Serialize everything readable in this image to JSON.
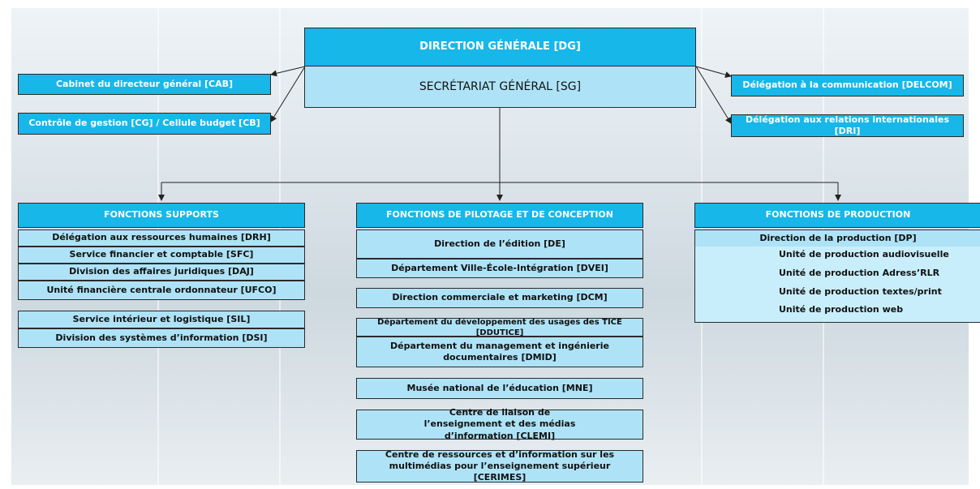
{
  "top": {
    "dg": "DIRECTION GÉNÉRALE [DG]",
    "sg": "SECRÉTARIAT GÉNÉRAL [SG]"
  },
  "left_units": [
    "Cabinet du directeur général [CAB]",
    "Contrôle de gestion [CG] / Cellule budget [CB]"
  ],
  "right_units": [
    "Délégation à la communication [DELCOM]",
    "Délégation aux relations internationales [DRI]"
  ],
  "supports": {
    "title": "FONCTIONS SUPPORTS",
    "group1": [
      "Délégation aux ressources humaines [DRH]",
      "Service financier et comptable [SFC]",
      "Division des affaires juridiques [DAJ]",
      "Unité financière centrale ordonnateur [UFCO]"
    ],
    "group2": [
      "Service intérieur et logistique [SIL]",
      "Division des systèmes d’information [DSI]"
    ]
  },
  "pilotage": {
    "title": "FONCTIONS DE PILOTAGE ET DE CONCEPTION",
    "edition": "Direction de l’édition [DE]",
    "dvei": "Département Ville-École-Intégration [DVEI]",
    "dcm": "Direction commerciale et marketing [DCM]",
    "dduti ce": "",
    "ddutice": "Département du développement des usages des TICE [DDUTICE]",
    "dmid": "Département du management et ingénierie documentaires [DMID]",
    "mne": "Musée national de l’éducation [MNE]",
    "clemi": "Centre de liaison de l’enseignement et des médias d’information [CLEMI]",
    "cerimes": "Centre de ressources et d’information sur les multimédias pour l’enseignement supérieur [CERIMES]"
  },
  "production": {
    "title": "FONCTIONS DE PRODUCTION",
    "dp": "Direction de la production [DP]",
    "units": [
      "Unité de production audiovisuelle",
      "Unité de production Adress’RLR",
      "Unité de production textes/print",
      "Unité de production web"
    ]
  },
  "colors": {
    "header_cyan": "#17b7ea",
    "box_light": "#aee3f7",
    "box_pale": "#c9eefb"
  }
}
